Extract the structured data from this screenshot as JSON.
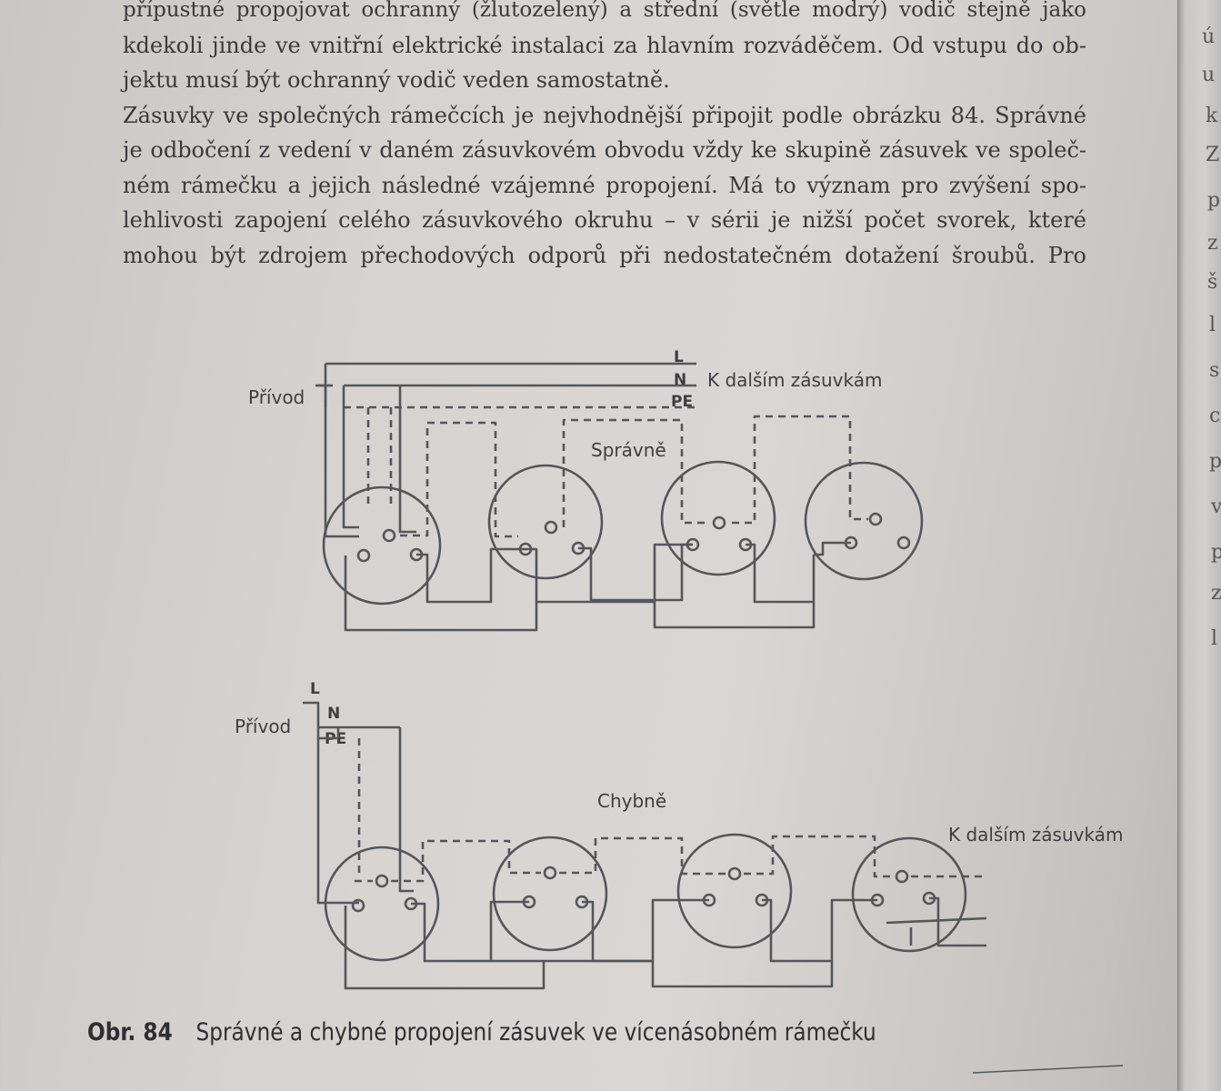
{
  "paragraph": {
    "lines": [
      "přípustné propojovat ochranný (žlutozelený) a střední (světle modrý) vodič stejně jako",
      "kdekoli jinde ve vnitřní elektrické instalaci za hlavním rozváděčem. Od vstupu do ob-",
      "jektu musí být ochranný vodič veden samostatně.",
      "Zásuvky ve společných rámečcích je nejvhodnější připojit podle obrázku 84. Správné",
      "je odbočení z vedení v daném zásuvkovém obvodu vždy ke skupině zásuvek ve společ-",
      "ném rámečku a jejich následné vzájemné propojení. Má to význam pro zvýšení spo-",
      "lehlivosti zapojení celého zásuvkového okruhu – v sérii je nižší počet svorek, které",
      "mohou být zdrojem přechodových odporů při nedostatečném dotažení šroubů. Pro"
    ]
  },
  "figure_top": {
    "label_supply": "Přívod",
    "label_L": "L",
    "label_N": "N",
    "label_PE": "PE",
    "label_next": "K dalším zásuvkám",
    "title": "Správně"
  },
  "figure_bottom": {
    "label_supply": "Přívod",
    "label_L": "L",
    "label_N": "N",
    "label_PE": "PE",
    "label_next": "K dalším zásuvkám",
    "title": "Chybně"
  },
  "caption": {
    "number": "Obr. 84",
    "text": "Správné a chybné propojení zásuvek ve vícenásobném rámečku"
  },
  "page_edge_chars": [
    "ú",
    "u",
    "k",
    "Z",
    "p",
    "z",
    "š",
    "l",
    "s",
    "c",
    "p",
    "v",
    "p",
    "z",
    "l"
  ]
}
